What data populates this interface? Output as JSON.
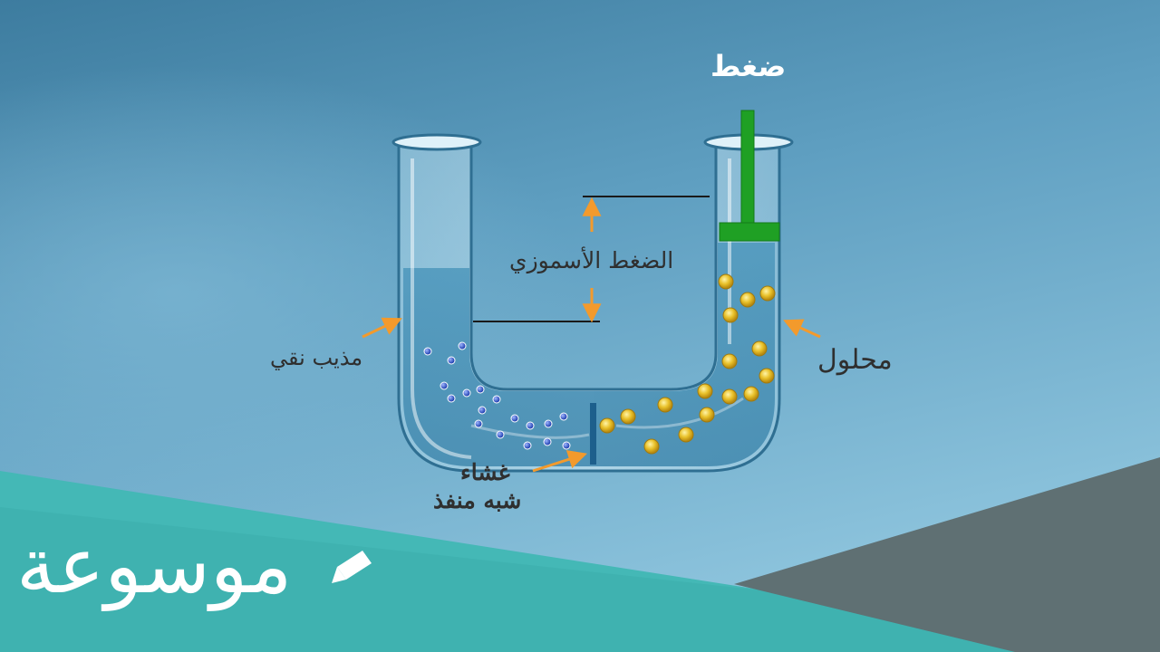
{
  "labels": {
    "pressure": "ضغط",
    "osmotic_pressure": "الضغط الأسموزي",
    "pure_solvent": "مذيب نقي",
    "solution": "محلول",
    "membrane_line1": "غشاء",
    "membrane_line2": "شبه منفذ"
  },
  "logo": {
    "text": "موسوعة"
  },
  "colors": {
    "background_top": "#3f7fa3",
    "background_mid": "#6aa8c8",
    "teal_band": "#44b8b6",
    "dark_band": "#5f7073",
    "tube_glass": "#c8e6f2",
    "liquid": "#4a93b8",
    "piston": "#1fa024",
    "solvent_particle": "#2b4fc2",
    "solute_particle": "#e6bb1e",
    "arrow": "#f39a2c"
  },
  "icons": {
    "logo_pen": "pen-icon"
  }
}
